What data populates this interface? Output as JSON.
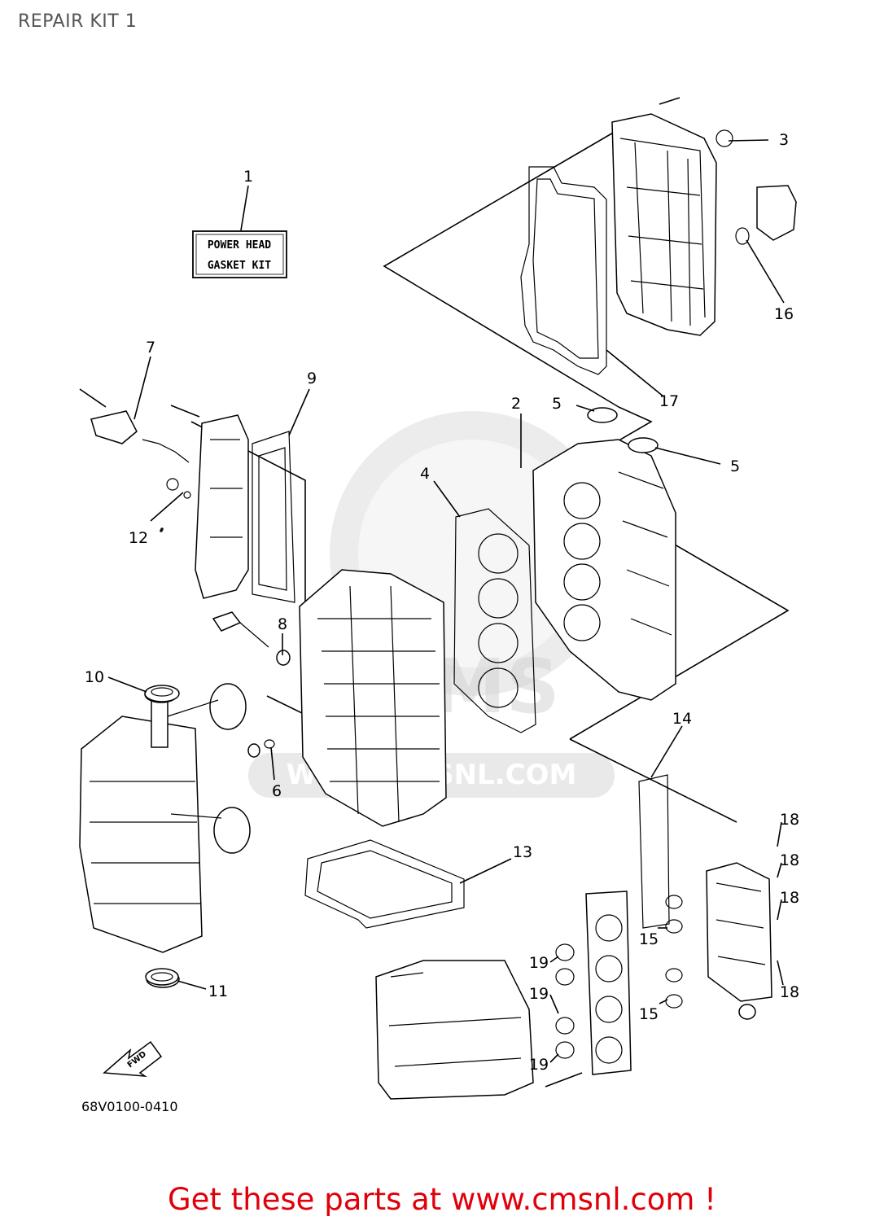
{
  "header": {
    "title": "REPAIR KIT 1"
  },
  "kit_box": {
    "line1": "POWER HEAD",
    "line2": "GASKET KIT"
  },
  "watermark": {
    "text": "WWW.CMSNL.COM",
    "short": "CMS"
  },
  "callouts": {
    "c1": "1",
    "c2": "2",
    "c3": "3",
    "c4": "4",
    "c5a": "5",
    "c5b": "5",
    "c6": "6",
    "c7": "7",
    "c8": "8",
    "c9": "9",
    "c10": "10",
    "c11": "11",
    "c12": "12",
    "c13": "13",
    "c14": "14",
    "c15a": "15",
    "c15b": "15",
    "c16": "16",
    "c17": "17",
    "c18a": "18",
    "c18b": "18",
    "c18c": "18",
    "c18d": "18",
    "c19a": "19",
    "c19b": "19",
    "c19c": "19"
  },
  "fwd_label": "FWD",
  "diagram_code": "68V0100-0410",
  "footer": {
    "text": "Get these parts at www.cmsnl.com !"
  },
  "colors": {
    "footer": "#e0000a",
    "watermark": "#d4d4d4",
    "line": "#000000"
  }
}
